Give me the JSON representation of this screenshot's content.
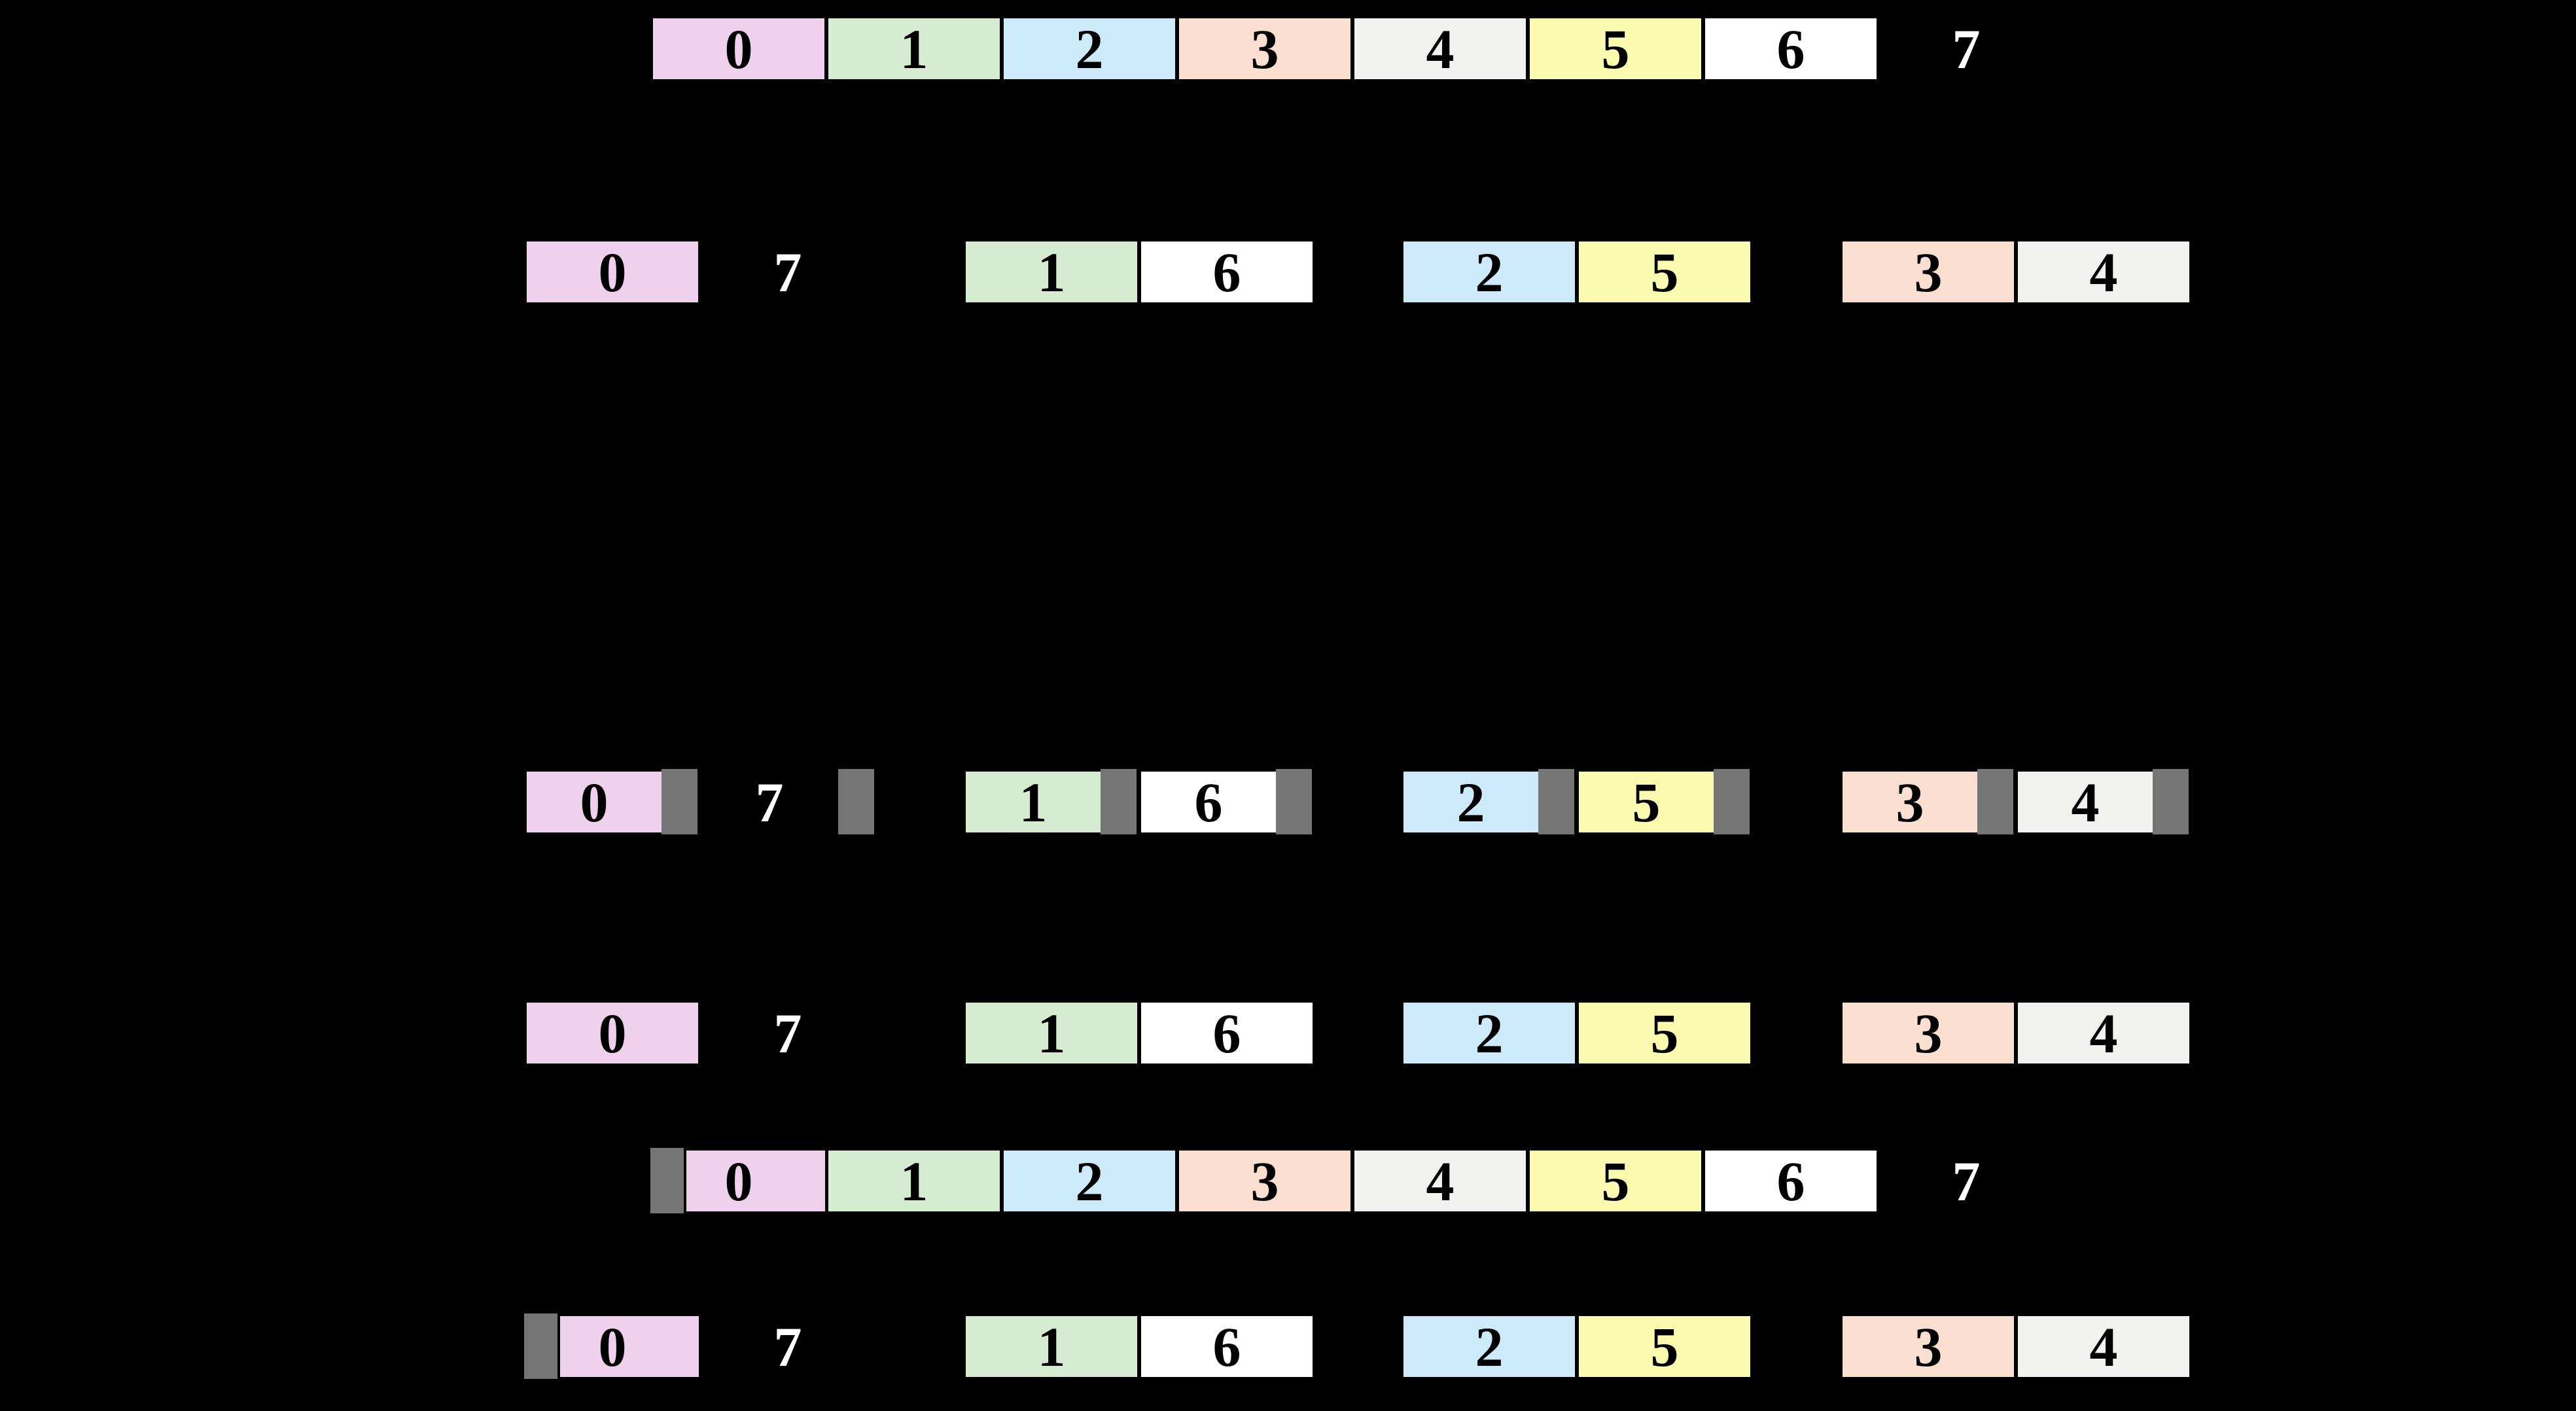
{
  "figure": {
    "name": "array-distribution-diagram",
    "background": "#000000"
  },
  "palette": {
    "fills": {
      "0": "#efd0ed",
      "1": "#d6ecd0",
      "2": "#cdeafa",
      "3": "#fadfd1",
      "4": "#f1f1ef",
      "5": "#fbfbb0",
      "6": "#ffffff",
      "7": "none"
    },
    "pad_fill": "#757575",
    "numeral_color": "#000000",
    "numeral_on_background": "#ffffff"
  },
  "rows": [
    {
      "name": "full-array",
      "groups": [
        {
          "cells": [
            {
              "value": "0"
            },
            {
              "value": "1"
            },
            {
              "value": "2"
            },
            {
              "value": "3"
            },
            {
              "value": "4"
            },
            {
              "value": "5"
            },
            {
              "value": "6"
            },
            {
              "value": "7",
              "boxed": false
            }
          ]
        }
      ]
    },
    {
      "name": "scattered-pairs",
      "groups": [
        {
          "cells": [
            {
              "value": "0"
            },
            {
              "value": "7",
              "boxed": false
            }
          ]
        },
        {
          "cells": [
            {
              "value": "1"
            },
            {
              "value": "6"
            }
          ]
        },
        {
          "cells": [
            {
              "value": "2"
            },
            {
              "value": "5"
            }
          ]
        },
        {
          "cells": [
            {
              "value": "3"
            },
            {
              "value": "4"
            }
          ]
        }
      ]
    },
    {
      "name": "scattered-pairs-trailing-padding",
      "groups": [
        {
          "cells": [
            {
              "value": "0",
              "pad_after": true
            },
            {
              "value": "7",
              "boxed": false,
              "pad_after": true
            }
          ]
        },
        {
          "cells": [
            {
              "value": "1",
              "pad_after": true
            },
            {
              "value": "6",
              "pad_after": true
            }
          ]
        },
        {
          "cells": [
            {
              "value": "2",
              "pad_after": true
            },
            {
              "value": "5",
              "pad_after": true
            }
          ]
        },
        {
          "cells": [
            {
              "value": "3",
              "pad_after": true
            },
            {
              "value": "4",
              "pad_after": true
            }
          ]
        }
      ]
    },
    {
      "name": "scattered-pairs-second",
      "groups": [
        {
          "cells": [
            {
              "value": "0"
            },
            {
              "value": "7",
              "boxed": false
            }
          ]
        },
        {
          "cells": [
            {
              "value": "1"
            },
            {
              "value": "6"
            }
          ]
        },
        {
          "cells": [
            {
              "value": "2"
            },
            {
              "value": "5"
            }
          ]
        },
        {
          "cells": [
            {
              "value": "3"
            },
            {
              "value": "4"
            }
          ]
        }
      ]
    },
    {
      "name": "full-array-leading-padding",
      "groups": [
        {
          "cells": [
            {
              "value": "0",
              "pad_before": true
            },
            {
              "value": "1"
            },
            {
              "value": "2"
            },
            {
              "value": "3"
            },
            {
              "value": "4"
            },
            {
              "value": "5"
            },
            {
              "value": "6"
            },
            {
              "value": "7",
              "boxed": false
            }
          ]
        }
      ]
    },
    {
      "name": "scattered-pairs-leading-padding",
      "groups": [
        {
          "cells": [
            {
              "value": "0",
              "pad_before": true
            },
            {
              "value": "7",
              "boxed": false
            }
          ]
        },
        {
          "cells": [
            {
              "value": "1"
            },
            {
              "value": "6"
            }
          ]
        },
        {
          "cells": [
            {
              "value": "2"
            },
            {
              "value": "5"
            }
          ]
        },
        {
          "cells": [
            {
              "value": "3"
            },
            {
              "value": "4"
            }
          ]
        }
      ]
    }
  ]
}
